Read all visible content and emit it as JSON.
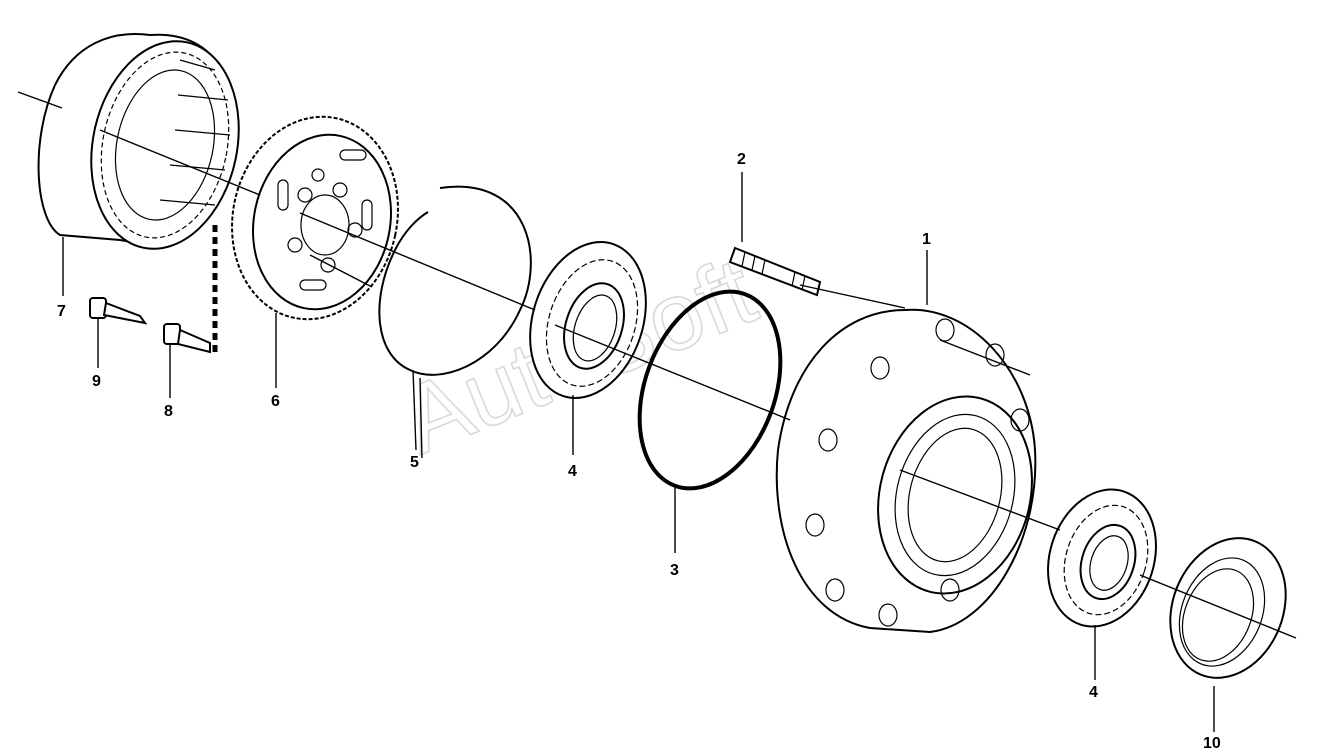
{
  "watermark": "AutoSoft",
  "callouts": [
    {
      "id": "1",
      "label": "1"
    },
    {
      "id": "2",
      "label": "2"
    },
    {
      "id": "3",
      "label": "3"
    },
    {
      "id": "4a",
      "label": "4"
    },
    {
      "id": "4b",
      "label": "4"
    },
    {
      "id": "5",
      "label": "5"
    },
    {
      "id": "6",
      "label": "6"
    },
    {
      "id": "7",
      "label": "7"
    },
    {
      "id": "8",
      "label": "8"
    },
    {
      "id": "9",
      "label": "9"
    },
    {
      "id": "10",
      "label": "10"
    }
  ],
  "parts": {
    "p1": "wheel-hub",
    "p2": "stud",
    "p3": "o-ring",
    "p4": "bearing",
    "p5": "snap-ring",
    "p6": "gear-carrier",
    "p7": "ring-gear",
    "p8": "spacer",
    "p9": "bolt",
    "p10": "shaft-seal"
  }
}
